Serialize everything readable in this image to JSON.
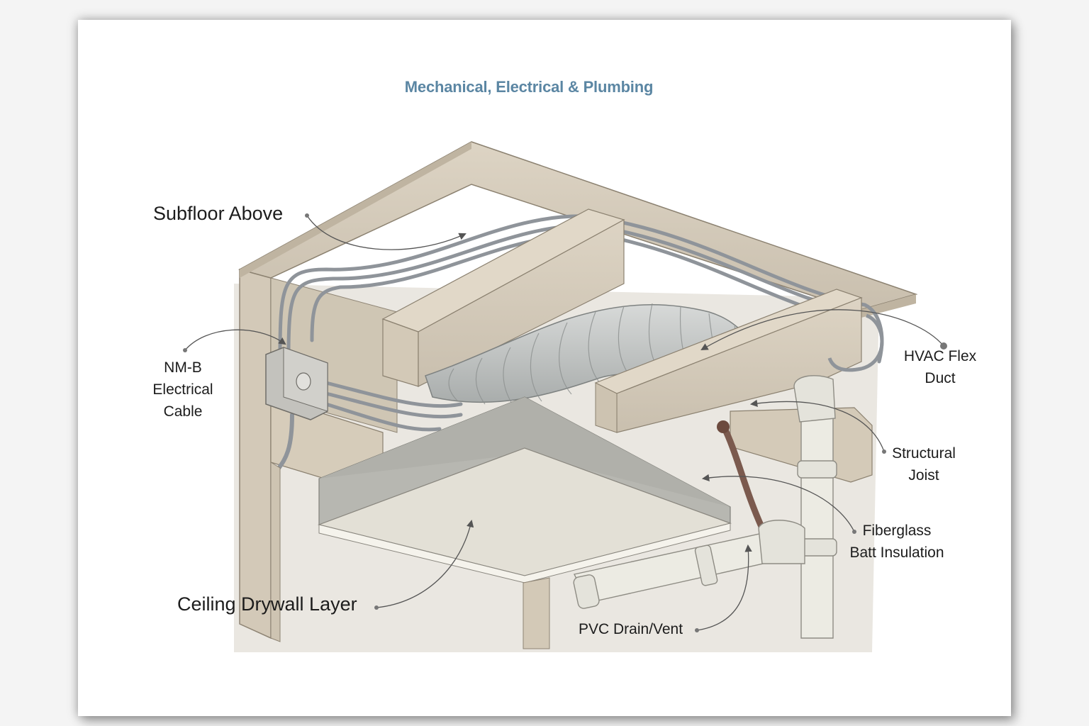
{
  "title": "Mechanical, Electrical & Plumbing",
  "labels": {
    "subfloor": "Subfloor Above",
    "nmb": "NM-B\nElectrical\nCable",
    "hvac": "HVAC Flex\nDuct",
    "joist": "Structural\nJoist",
    "insulation": "Fiberglass\nBatt Insulation",
    "drywall": "Ceiling Drywall Layer",
    "pvc": "PVC Drain/Vent"
  },
  "colors": {
    "title": "#5b86a3",
    "wood": "#d9d0c0",
    "duct": "#c9cbca",
    "insulation": "#b9b9b3",
    "pvc": "#ecebe3",
    "cable": "#8f949a"
  }
}
